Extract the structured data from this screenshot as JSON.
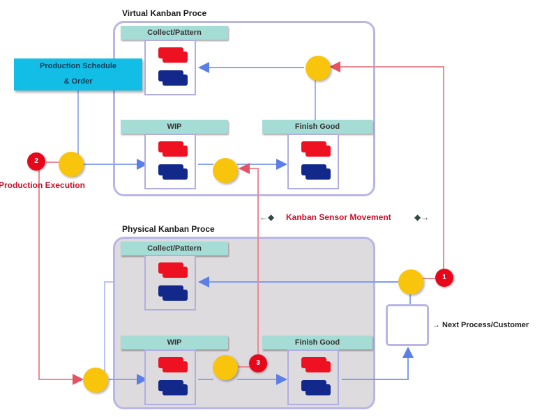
{
  "diagram": {
    "virtual_title": "Virtual Kanban Proce",
    "physical_title": "Physical Kanban Proce",
    "schedule_box": {
      "line1": "Production Schedule",
      "line2": "& Order"
    },
    "production_execution": "Production Execution",
    "kanban_movement": "Kanban Sensor Movement",
    "legend_left_arrows": "←◆",
    "legend_right_arrows": "◆→",
    "next_process": "→ Next Process/Customer",
    "virtual_stages": {
      "collect": "Collect/Pattern",
      "wip": "WIP",
      "finish": "Finish Good"
    },
    "physical_stages": {
      "collect": "Collect/Pattern",
      "wip": "WIP",
      "finish": "Finish Good"
    },
    "badges": {
      "execution": "2",
      "shipping": "1",
      "wip_sensor": "3"
    },
    "colors": {
      "virtual_bg": "#ffffff",
      "physical_bg": "#dedbde",
      "region_border": "#b9b6e6",
      "stage_label": "#a6dcd6",
      "schedule_box": "#12bde6",
      "node_yellow": "#f8c40c",
      "badge_red": "#e8071a",
      "card_red": "#ee1122",
      "card_blue": "#12288a",
      "flow_blue": "#7e9cf0",
      "signal_red": "#ec8a95"
    }
  }
}
